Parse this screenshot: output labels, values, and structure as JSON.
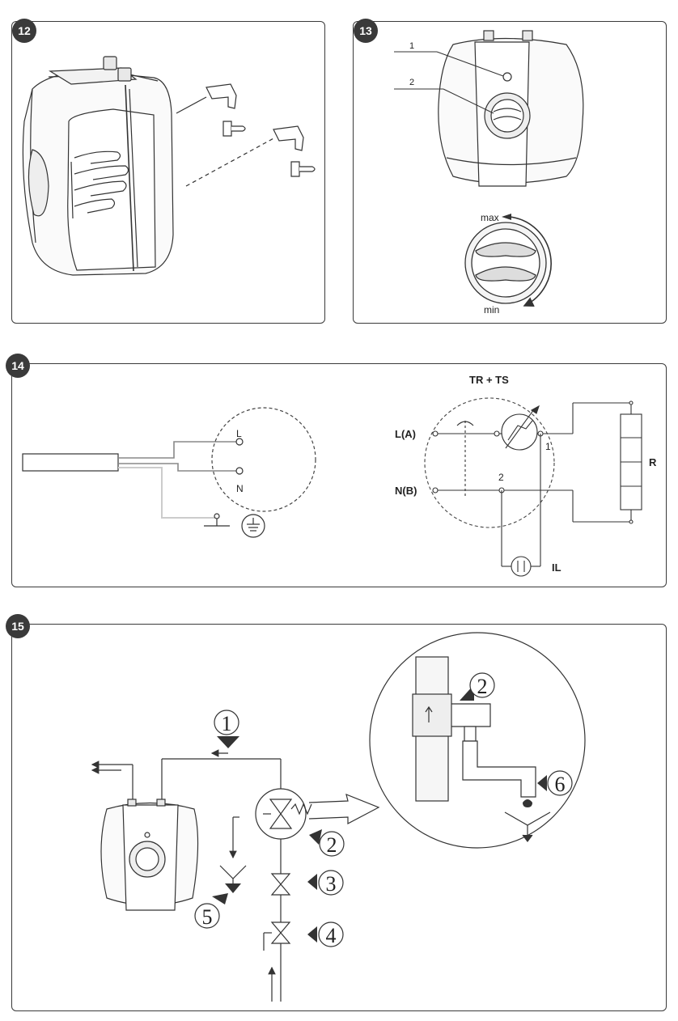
{
  "figures": {
    "f12": {
      "badge": "12"
    },
    "f13": {
      "badge": "13",
      "callout_1": "1",
      "callout_2": "2",
      "dial_max": "max",
      "dial_min": "min"
    },
    "f14": {
      "badge": "14",
      "terminal_l": "L",
      "terminal_n": "N",
      "title": "TR + TS",
      "line_la": "L(A)",
      "line_nb": "N(B)",
      "point_1": "1",
      "point_2": "2",
      "resistor": "R",
      "indicator_lamp": "IL"
    },
    "f15": {
      "badge": "15",
      "callout_1": "1",
      "callout_2": "2",
      "callout_2_detail": "2",
      "callout_3": "3",
      "callout_4": "4",
      "callout_5": "5",
      "callout_6": "6"
    }
  }
}
